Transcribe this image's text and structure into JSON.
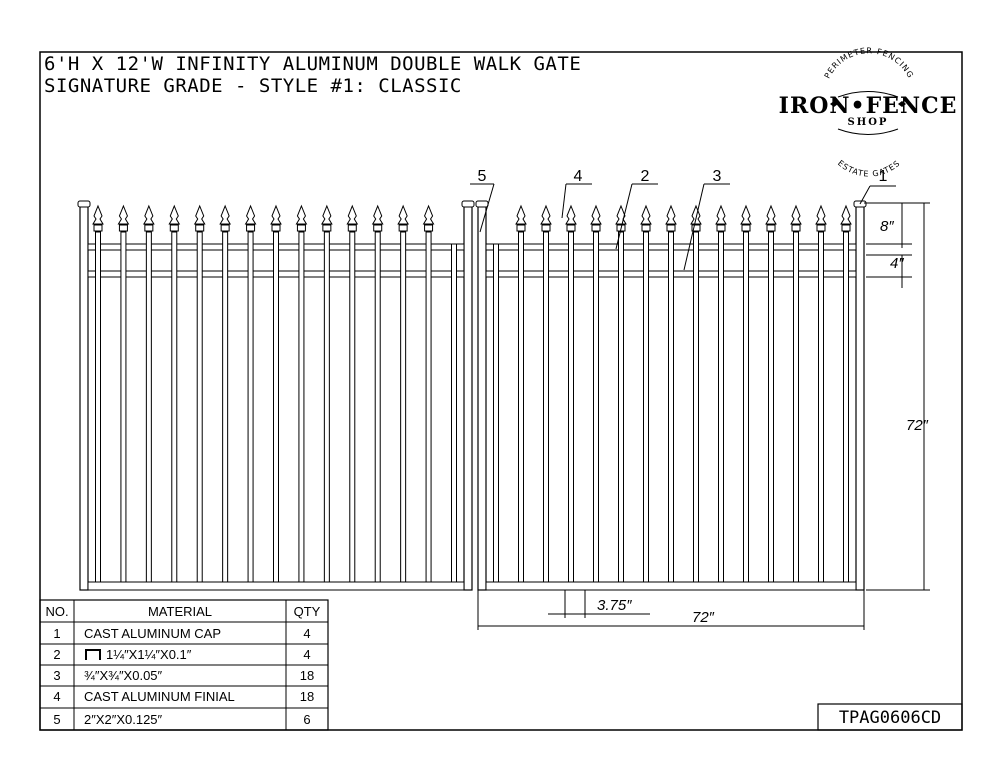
{
  "title": {
    "line1": "6'H X 12'W INFINITY ALUMINUM DOUBLE WALK GATE",
    "line2": "SIGNATURE GRADE - STYLE #1: CLASSIC"
  },
  "logo": {
    "top_arc": "PERIMETER FENCING",
    "main": "IRON•FENCE",
    "sub": "SHOP",
    "bottom_arc": "ESTATE GATES"
  },
  "callouts": [
    "1",
    "2",
    "3",
    "4",
    "5"
  ],
  "dimensions": {
    "top_gap": "8″",
    "rail_spacing": "4″",
    "height": "72″",
    "picket_spacing": "3.75″",
    "width": "72″"
  },
  "gate": {
    "pickets_per_leaf": 15,
    "finials_per_leaf": 14
  },
  "table": {
    "headers": {
      "no": "NO.",
      "material": "MATERIAL",
      "qty": "QTY"
    },
    "rows": [
      {
        "no": "1",
        "material": "CAST ALUMINUM CAP",
        "qty": "4"
      },
      {
        "no": "2",
        "material": "1¼″X1¼″X0.1″",
        "icon": "channel-profile-icon",
        "qty": "4"
      },
      {
        "no": "3",
        "material": "¾″X¾″X0.05″",
        "qty": "18"
      },
      {
        "no": "4",
        "material": "CAST ALUMINUM FINIAL",
        "qty": "18"
      },
      {
        "no": "5",
        "material": "2″X2″X0.125″",
        "qty": "6"
      }
    ]
  },
  "drawing_code": "TPAG0606CD"
}
